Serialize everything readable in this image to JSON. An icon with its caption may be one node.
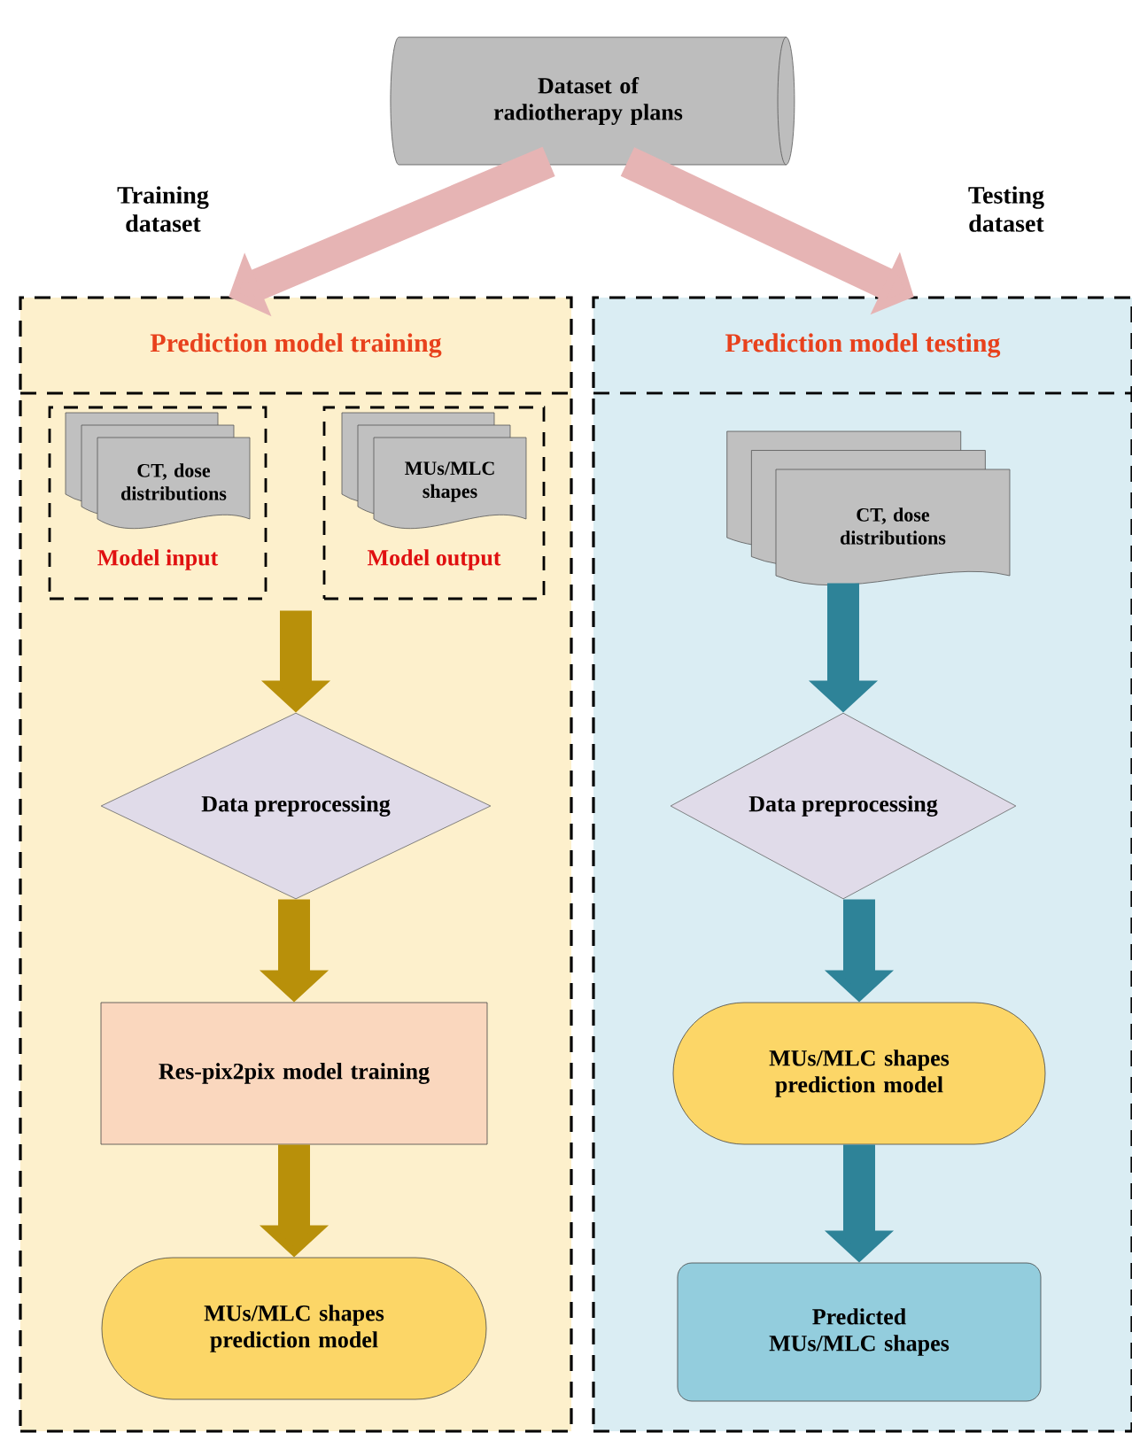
{
  "diagram": {
    "nodes": [
      {
        "text": [
          "Dataset of radiotherapy plans"
        ]
      },
      {
        "text": [
          "Prediction model training"
        ]
      },
      {
        "text": [
          "Model input"
        ],
        "in": 1
      },
      {
        "text": [
          "CT, dose distributions"
        ],
        "in": 2
      },
      {
        "text": [
          "Model output"
        ],
        "in": 1
      },
      {
        "text": [
          "MUs/MLC shapes"
        ],
        "in": 4
      },
      {
        "text": [
          "Data preprocessing"
        ],
        "in": 1
      },
      {
        "text": [
          "Res-pix2pix model training"
        ],
        "in": 1
      },
      {
        "text": [
          "MUs/MLC shapes prediction model"
        ],
        "in": 1
      },
      {
        "text": [
          "Prediction model testing"
        ]
      },
      {
        "text": [
          "CT, dose distributions"
        ],
        "in": 9
      },
      {
        "text": [
          "Data preprocessing"
        ],
        "in": 9
      },
      {
        "text": [
          "MUs/MLC shapes prediction model"
        ],
        "in": 9
      },
      {
        "text": [
          "Predicted MUs/MLC shapes"
        ],
        "in": 9
      }
    ],
    "edges": [
      {
        "from": 0,
        "to": 1,
        "arrow": "to",
        "label": "Training dataset",
        "color": "#e6b4b4"
      },
      {
        "from": 0,
        "to": 9,
        "arrow": "to",
        "label": "Testing dataset",
        "color": "#e6b4b4"
      },
      {
        "from": 2,
        "to": 6,
        "arrow": "to",
        "color": "#b8900a"
      },
      {
        "from": 4,
        "to": 6,
        "arrow": "to",
        "color": "#b8900a"
      },
      {
        "from": 6,
        "to": 7,
        "arrow": "to",
        "color": "#b8900a"
      },
      {
        "from": 7,
        "to": 8,
        "arrow": "to",
        "color": "#b8900a"
      },
      {
        "from": 10,
        "to": 11,
        "arrow": "to",
        "color": "#2e8398"
      },
      {
        "from": 11,
        "to": 12,
        "arrow": "to",
        "color": "#2e8398"
      },
      {
        "from": 12,
        "to": 13,
        "arrow": "to",
        "color": "#2e8398"
      }
    ]
  }
}
